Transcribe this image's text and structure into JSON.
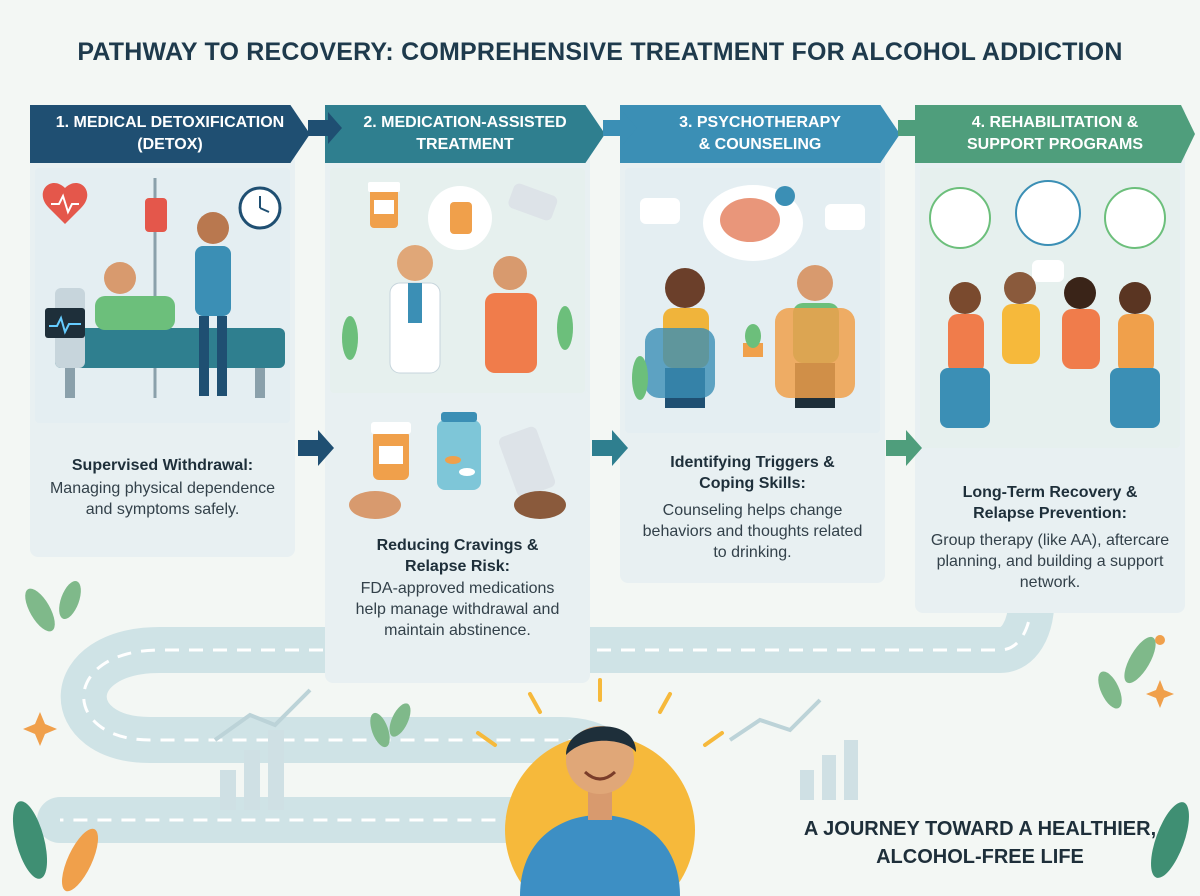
{
  "title": "PATHWAY TO RECOVERY: COMPREHENSIVE TREATMENT FOR ALCOHOL ADDICTION",
  "steps": [
    {
      "banner_line1": "1. MEDICAL DETOXIFICATION",
      "banner_line2": "(DETOX)",
      "heading": "Supervised Withdrawal:",
      "description": "Managing physical dependence and symptoms safely.",
      "color": "#1f4f72"
    },
    {
      "banner_line1": "2. MEDICATION-ASSISTED",
      "banner_line2": "TREATMENT",
      "heading": "Reducing Cravings & Relapse Risk:",
      "description": "FDA-approved medications help manage withdrawal and maintain abstinence.",
      "color": "#2f7f8f"
    },
    {
      "banner_line1": "3. PSYCHOTHERAPY",
      "banner_line2": "& COUNSELING",
      "heading": "Identifying Triggers & Coping Skills:",
      "description": "Counseling helps change behaviors and thoughts related to drinking.",
      "color": "#3b8fb5"
    },
    {
      "banner_line1": "4. REHABILITATION &",
      "banner_line2": "SUPPORT PROGRAMS",
      "heading": "Long-Term Recovery & Relapse Prevention:",
      "description": "Group therapy (like AA), aftercare planning, and building a support network.",
      "color": "#4f9e7c"
    }
  ],
  "footer": {
    "line1": "A JOURNEY TOWARD A HEALTHIER,",
    "line2": "ALCOHOL-FREE LIFE"
  },
  "icons": [
    "heart-rate-icon",
    "clock-icon",
    "iv-drip-icon",
    "hospital-bed-icon",
    "pill-bottle-icon",
    "blister-pack-icon",
    "capsule-jar-icon",
    "brain-gears-icon",
    "speech-bubble-icon",
    "plant-icon",
    "sun-icon",
    "growth-chart-icon",
    "sparkle-icon"
  ]
}
